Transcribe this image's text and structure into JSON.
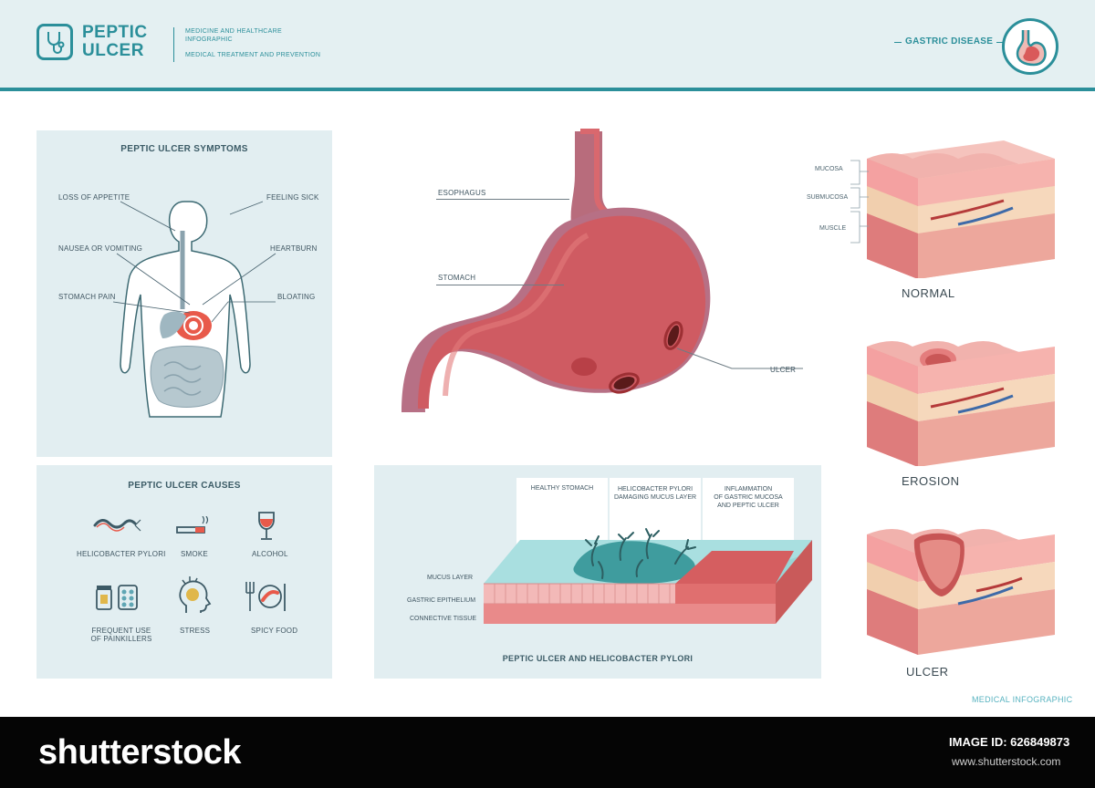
{
  "header": {
    "brand_line1": "PEPTIC",
    "brand_line2": "ULCER",
    "subtitle_line1": "MEDICINE AND HEALTHCARE",
    "subtitle_line2": "INFOGRAPHIC",
    "subtitle_line3": "MEDICAL TREATMENT AND PREVENTION",
    "badge": "GASTRIC DISEASE"
  },
  "symptoms": {
    "title": "PEPTIC ULCER SYMPTOMS",
    "items": [
      "LOSS OF APPETITE",
      "FEELING SICK",
      "NAUSEA OR VOMITING",
      "HEARTBURN",
      "STOMACH PAIN",
      "BLOATING"
    ]
  },
  "causes": {
    "title": "PEPTIC ULCER CAUSES",
    "items": [
      "HELICOBACTER PYLORI",
      "SMOKE",
      "ALCOHOL",
      "FREQUENT USE",
      "OF PAINKILLERS",
      "STRESS",
      "SPICY FOOD"
    ]
  },
  "stomach": {
    "esophagus": "ESOPHAGUS",
    "stomach": "STOMACH",
    "ulcer": "ULCER"
  },
  "pylori": {
    "title": "PEPTIC ULCER AND HELICOBACTER PYLORI",
    "col1": "HEALTHY STOMACH",
    "col2_line1": "HELICOBACTER PYLORI",
    "col2_line2": "DAMAGING MUCUS LAYER",
    "col3_line1": "INFLAMMATION",
    "col3_line2": "OF GASTRIC MUCOSA",
    "col3_line3": "AND PEPTIC ULCER",
    "layer1": "MUCUS LAYER",
    "layer2": "GASTRIC EPITHELIUM",
    "layer3": "CONNECTIVE TISSUE"
  },
  "tissue": {
    "mucosa": "MUCOSA",
    "submucosa": "SUBMUCOSA",
    "muscle": "MUSCLE",
    "normal": "NORMAL",
    "erosion": "EROSION",
    "ulcer": "ULCER"
  },
  "footer_note": "MEDICAL INFOGRAPHIC",
  "footer": {
    "logo": "shutterstock",
    "image_id": "IMAGE ID: 626849873",
    "url": "www.shutterstock.com"
  },
  "colors": {
    "teal": "#2b8f9a",
    "panel": "#e2eef1",
    "tissue_pink": "#e98c8c",
    "stomach_red": "#c9484e"
  }
}
